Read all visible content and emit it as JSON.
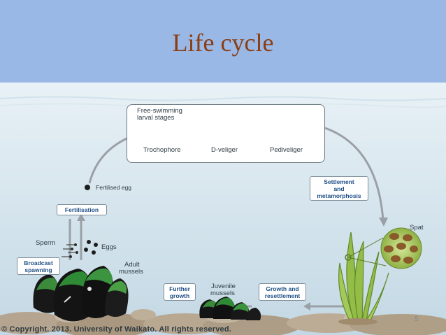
{
  "title": "Life cycle",
  "diagram": {
    "larval_box_title_line1": "Free-swimming",
    "larval_box_title_line2": "larval stages",
    "trochophore": "Trochophore",
    "d_veliger": "D-veliger",
    "pediveliger": "Pediveliger",
    "fertilised_egg": "Fertilised egg",
    "fertilisation": "Fertilisation",
    "sperm": "Sperm",
    "eggs": "Eggs",
    "adult_mussels_line1": "Adult",
    "adult_mussels_line2": "mussels",
    "broadcast_spawning_line1": "Broadcast",
    "broadcast_spawning_line2": "spawning",
    "further_growth_line1": "Further",
    "further_growth_line2": "growth",
    "juvenile_mussels_line1": "Juvenile",
    "juvenile_mussels_line2": "mussels",
    "growth_resettlement_line1": "Growth and",
    "growth_resettlement_line2": "resettlement",
    "settlement_line1": "Settlement",
    "settlement_line2": "and",
    "settlement_line3": "metamorphosis",
    "spat": "Spat"
  },
  "copyright": "© Copyright. 2013. University of Waikato. All rights reserved.",
  "page_number": "5",
  "colors": {
    "header": "#9ab8e6",
    "title": "#8a3e14",
    "box_text": "#1f4f86",
    "water_top": "#e8f1f6",
    "water_bottom": "#c3d8e4"
  }
}
